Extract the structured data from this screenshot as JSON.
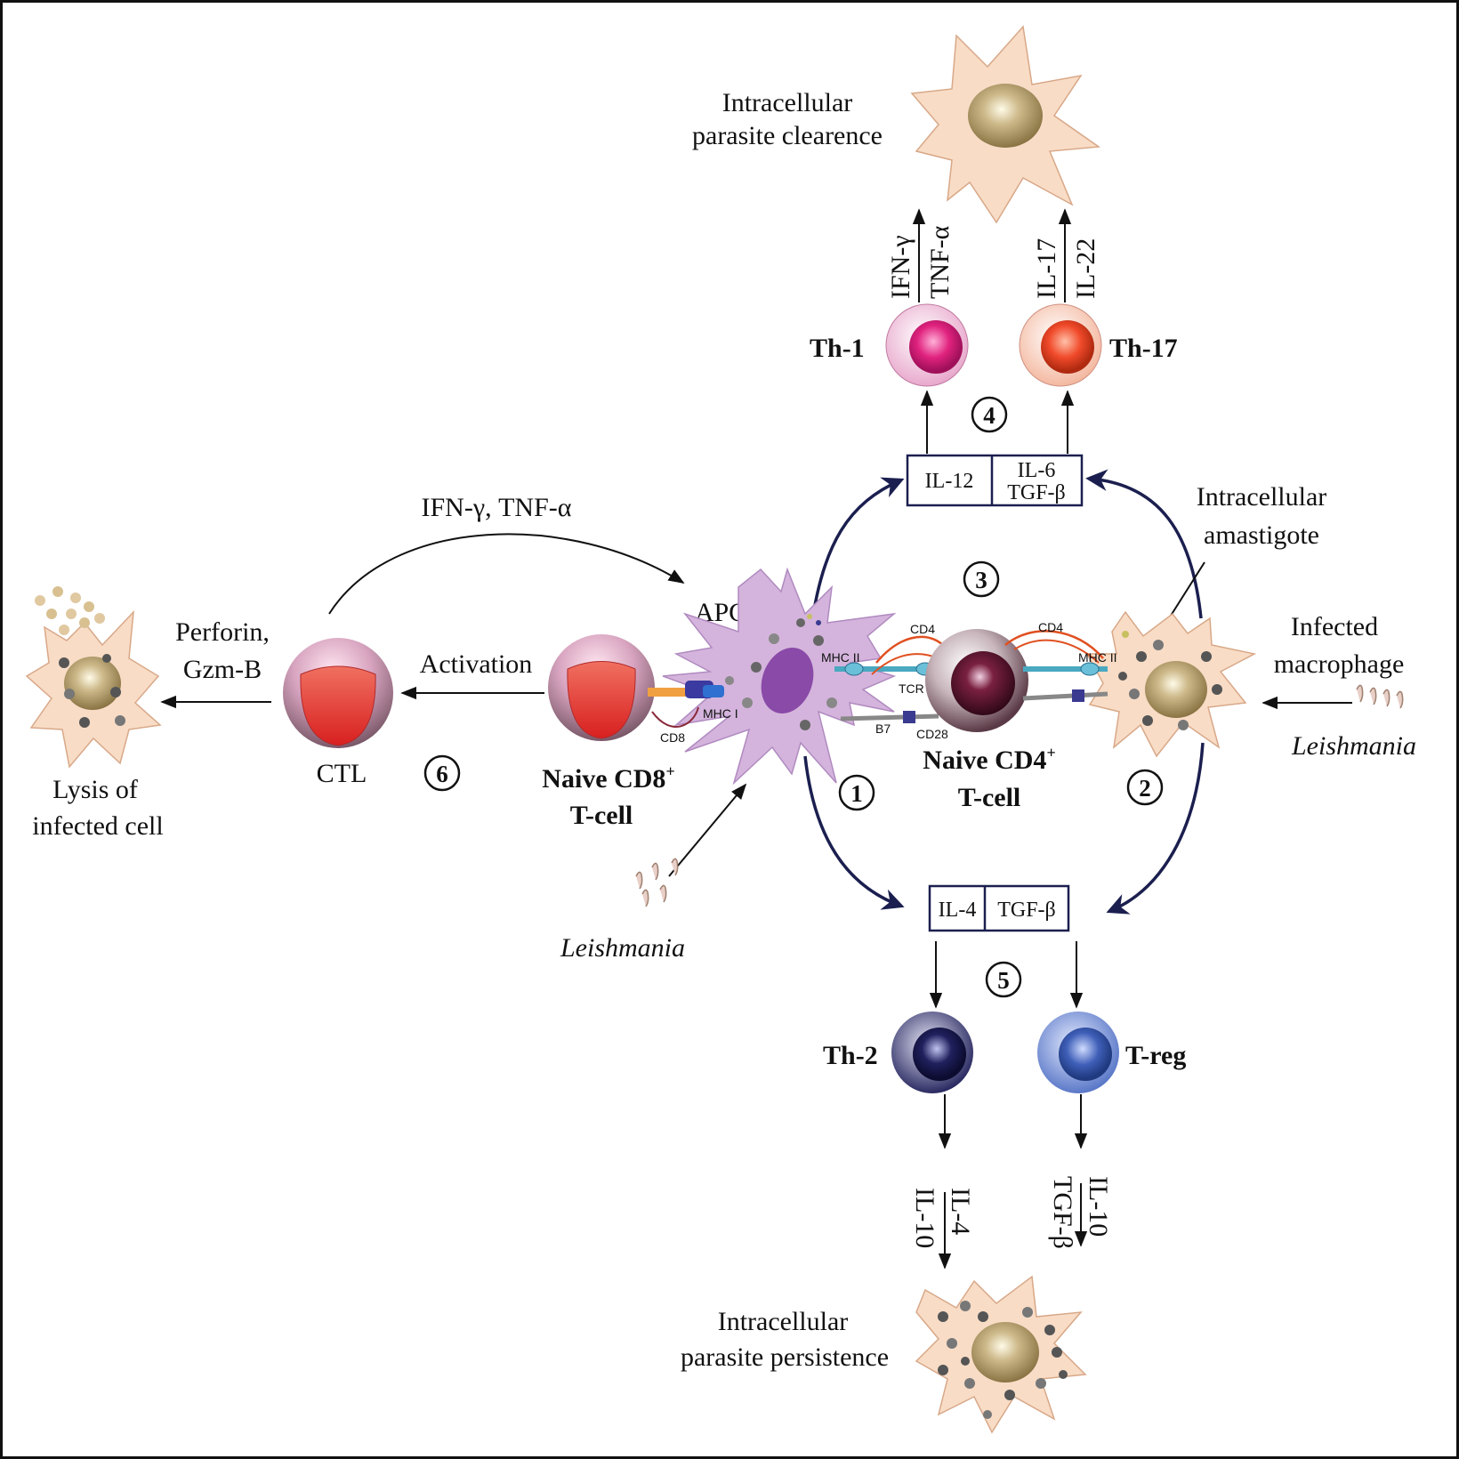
{
  "outcomes": {
    "clearance_line1": "Intracellular",
    "clearance_line2": "parasite clearence",
    "persistence_line1": "Intracellular",
    "persistence_line2": "parasite persistence",
    "lysis_line1": "Lysis of",
    "lysis_line2": "infected cell"
  },
  "cells": {
    "th1": "Th-1",
    "th17": "Th-17",
    "th2": "Th-2",
    "treg": "T-reg",
    "apc": "APC",
    "ctl": "CTL",
    "cd8_line1": "Naive CD8",
    "cd8_line2": "T-cell",
    "cd4_line1": "Naive CD4",
    "cd4_line2": "T-cell",
    "plus": "+",
    "infected_line1": "Infected",
    "infected_line2": "macrophage",
    "amastigote_line1": "Intracellular",
    "amastigote_line2": "amastigote"
  },
  "cytokines": {
    "th1_top": "IFN-γ",
    "th1_bottom": "TNF-α",
    "th17_top": "IL-17",
    "th17_bottom": "IL-22",
    "th2_top": "IL-4",
    "th2_bottom": "IL-10",
    "treg_top": "IL-10",
    "treg_bottom": "TGF-β",
    "ctl_to_apc": "IFN-γ, TNF-α",
    "perforin_line1": "Perforin,",
    "perforin_line2": "Gzm-B",
    "activation": "Activation"
  },
  "boxes": {
    "upper_left": "IL-12",
    "upper_right_line1": "IL-6",
    "upper_right_line2": "TGF-β",
    "lower_left": "IL-4",
    "lower_right": "TGF-β"
  },
  "molecules": {
    "cd4_left": "CD4",
    "cd4_right": "CD4",
    "mhc2_left": "MHC II",
    "mhc2_right": "MHC II",
    "tcr": "TCR",
    "b7": "B7",
    "cd28": "CD28",
    "mhc1": "MHC I",
    "cd8": "CD8"
  },
  "pathogen": {
    "right": "Leishmania",
    "bottom": "Leishmania"
  },
  "steps": [
    "1",
    "2",
    "3",
    "4",
    "5",
    "6"
  ],
  "colors": {
    "navy": "#1b1f4f",
    "macrophage": "#f8dcc6",
    "apc": "#d4b4dc",
    "th1": "#e0227e",
    "th17": "#f04a2a",
    "th2": "#20205e",
    "treg": "#3f5fb8"
  }
}
